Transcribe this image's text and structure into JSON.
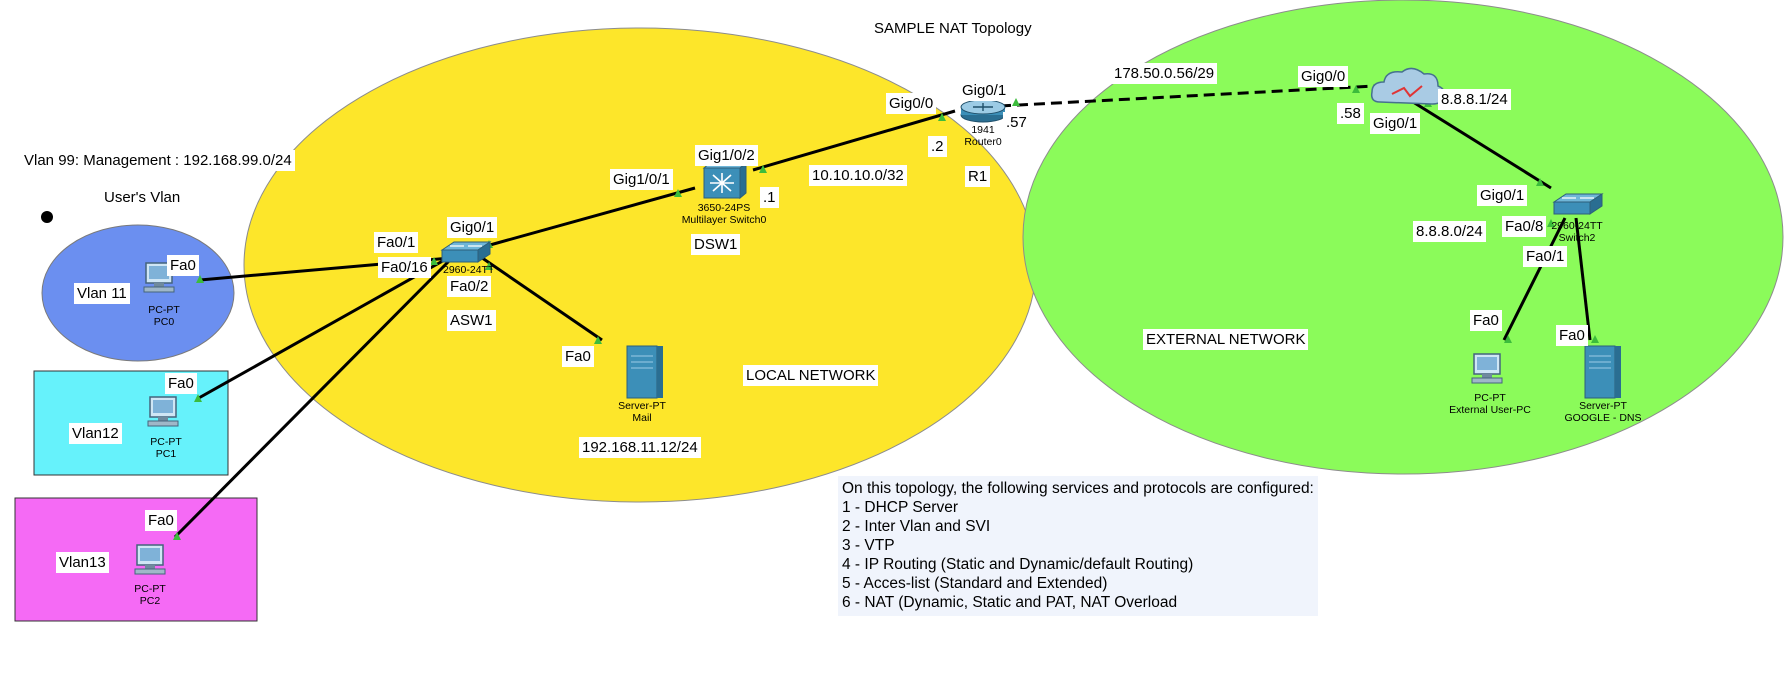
{
  "title": "SAMPLE NAT Topology",
  "colors": {
    "local_zone": "#fde62a",
    "external_zone": "#8bfb5a",
    "vlan11": "#6b8ff0",
    "vlan12": "#66f2fb",
    "vlan13": "#f56af5",
    "port_marker": "#3cbc3c",
    "link": "#000000"
  },
  "zones": {
    "local": "LOCAL NETWORK",
    "external": "EXTERNAL NETWORK"
  },
  "vlans": {
    "management": "Vlan 99: Management : 192.168.99.0/24",
    "users": "User's Vlan",
    "v11": "Vlan 11",
    "v12": "Vlan12",
    "v13": "Vlan13"
  },
  "devices": {
    "pc0": {
      "type": "PC-PT",
      "name": "PC0",
      "icon": "pc-icon"
    },
    "pc1": {
      "type": "PC-PT",
      "name": "PC1",
      "icon": "pc-icon"
    },
    "pc2": {
      "type": "PC-PT",
      "name": "PC2",
      "icon": "pc-icon"
    },
    "asw1": {
      "model": "2960-24TT",
      "name": "ASW1",
      "icon": "switch-icon"
    },
    "dsw1": {
      "model": "3650-24PS",
      "type": "Multilayer Switch0",
      "name": "DSW1",
      "icon": "multilayer-switch-icon"
    },
    "mail": {
      "type": "Server-PT",
      "name": "Mail",
      "icon": "server-icon"
    },
    "router": {
      "model": "1941",
      "type": "Router0",
      "name": "R1",
      "icon": "router-icon"
    },
    "cloud": {
      "icon": "cloud-icon"
    },
    "switch2": {
      "model": "2960-24TT",
      "name": "Switch2",
      "icon": "switch-icon"
    },
    "ext_pc": {
      "type": "PC-PT",
      "name": "External User-PC",
      "icon": "pc-icon"
    },
    "dns": {
      "type": "Server-PT",
      "name": "GOOGLE - DNS",
      "icon": "server-icon"
    }
  },
  "ports": {
    "pc0_fa0": "Fa0",
    "pc1_fa0": "Fa0",
    "pc2_fa0": "Fa0",
    "asw1_fa0_1": "Fa0/1",
    "asw1_fa0_16": "Fa0/16",
    "asw1_fa0_2": "Fa0/2",
    "asw1_gig0_1": "Gig0/1",
    "mail_fa0": "Fa0",
    "dsw1_gig1_0_1": "Gig1/0/1",
    "dsw1_gig1_0_2": "Gig1/0/2",
    "r1_gig0_0": "Gig0/0",
    "r1_gig0_1": "Gig0/1",
    "cloud_gig0_0": "Gig0/0",
    "cloud_gig0_1": "Gig0/1",
    "sw2_gig0_1": "Gig0/1",
    "sw2_fa0_8": "Fa0/8",
    "sw2_fa0_1": "Fa0/1",
    "ext_pc_fa0": "Fa0",
    "dns_fa0": "Fa0"
  },
  "addresses": {
    "dsw1_uplink": ".1",
    "r1_inside": ".2",
    "r1_outside": ".57",
    "cloud_side": ".58",
    "p2p_net": "10.10.10.0/32",
    "wan_net": "178.50.0.56/29",
    "mail_net": "192.168.11.12/24",
    "google_gw": "8.8.8.1/24",
    "google_net": "8.8.8.0/24"
  },
  "notes": {
    "heading": "On this topology, the following services and protocols are configured:",
    "items": [
      "1 - DHCP Server",
      "2 - Inter Vlan and SVI",
      "3 - VTP",
      "4 - IP Routing (Static and Dynamic/default Routing)",
      "5 - Acces-list (Standard and Extended)",
      "6 - NAT (Dynamic, Static and PAT, NAT Overload"
    ]
  }
}
